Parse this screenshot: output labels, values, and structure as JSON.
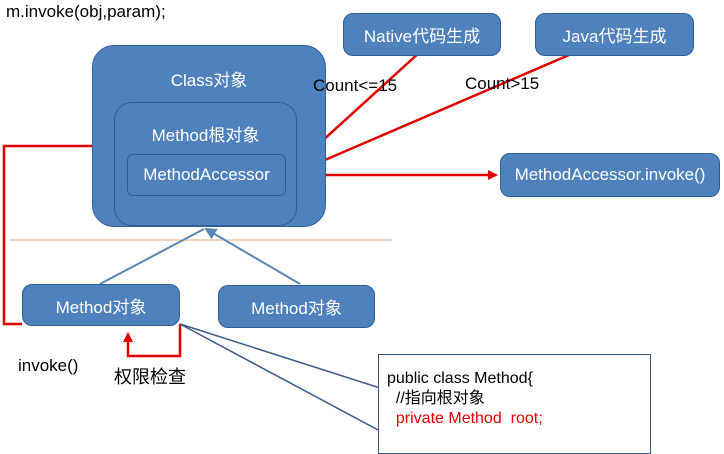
{
  "top_code": "m.invoke(obj,param);",
  "class_box": {
    "label": "Class对象"
  },
  "method_root_box": {
    "label": "Method根对象"
  },
  "accessor_box": {
    "label": "MethodAccessor"
  },
  "native_box": {
    "label": "Native代码生成"
  },
  "java_box": {
    "label": "Java代码生成"
  },
  "count_le_label": "Count<=15",
  "count_gt_label": "Count>15",
  "accessor_invoke_box": {
    "label": "MethodAccessor.invoke()"
  },
  "method_obj_1": {
    "label": "Method对象"
  },
  "method_obj_2": {
    "label": "Method对象"
  },
  "invoke_label": "invoke()",
  "permission_label": "权限检查",
  "code": {
    "line1": "public class Method{",
    "line2": "  //指向根对象",
    "line3": "  private Method  root;"
  },
  "colors": {
    "box_fill": "#4f81bd",
    "box_border": "#2f5f96",
    "red_line": "#e00000",
    "blue_line": "#5b87b8",
    "divider": "#e8c8a8"
  }
}
